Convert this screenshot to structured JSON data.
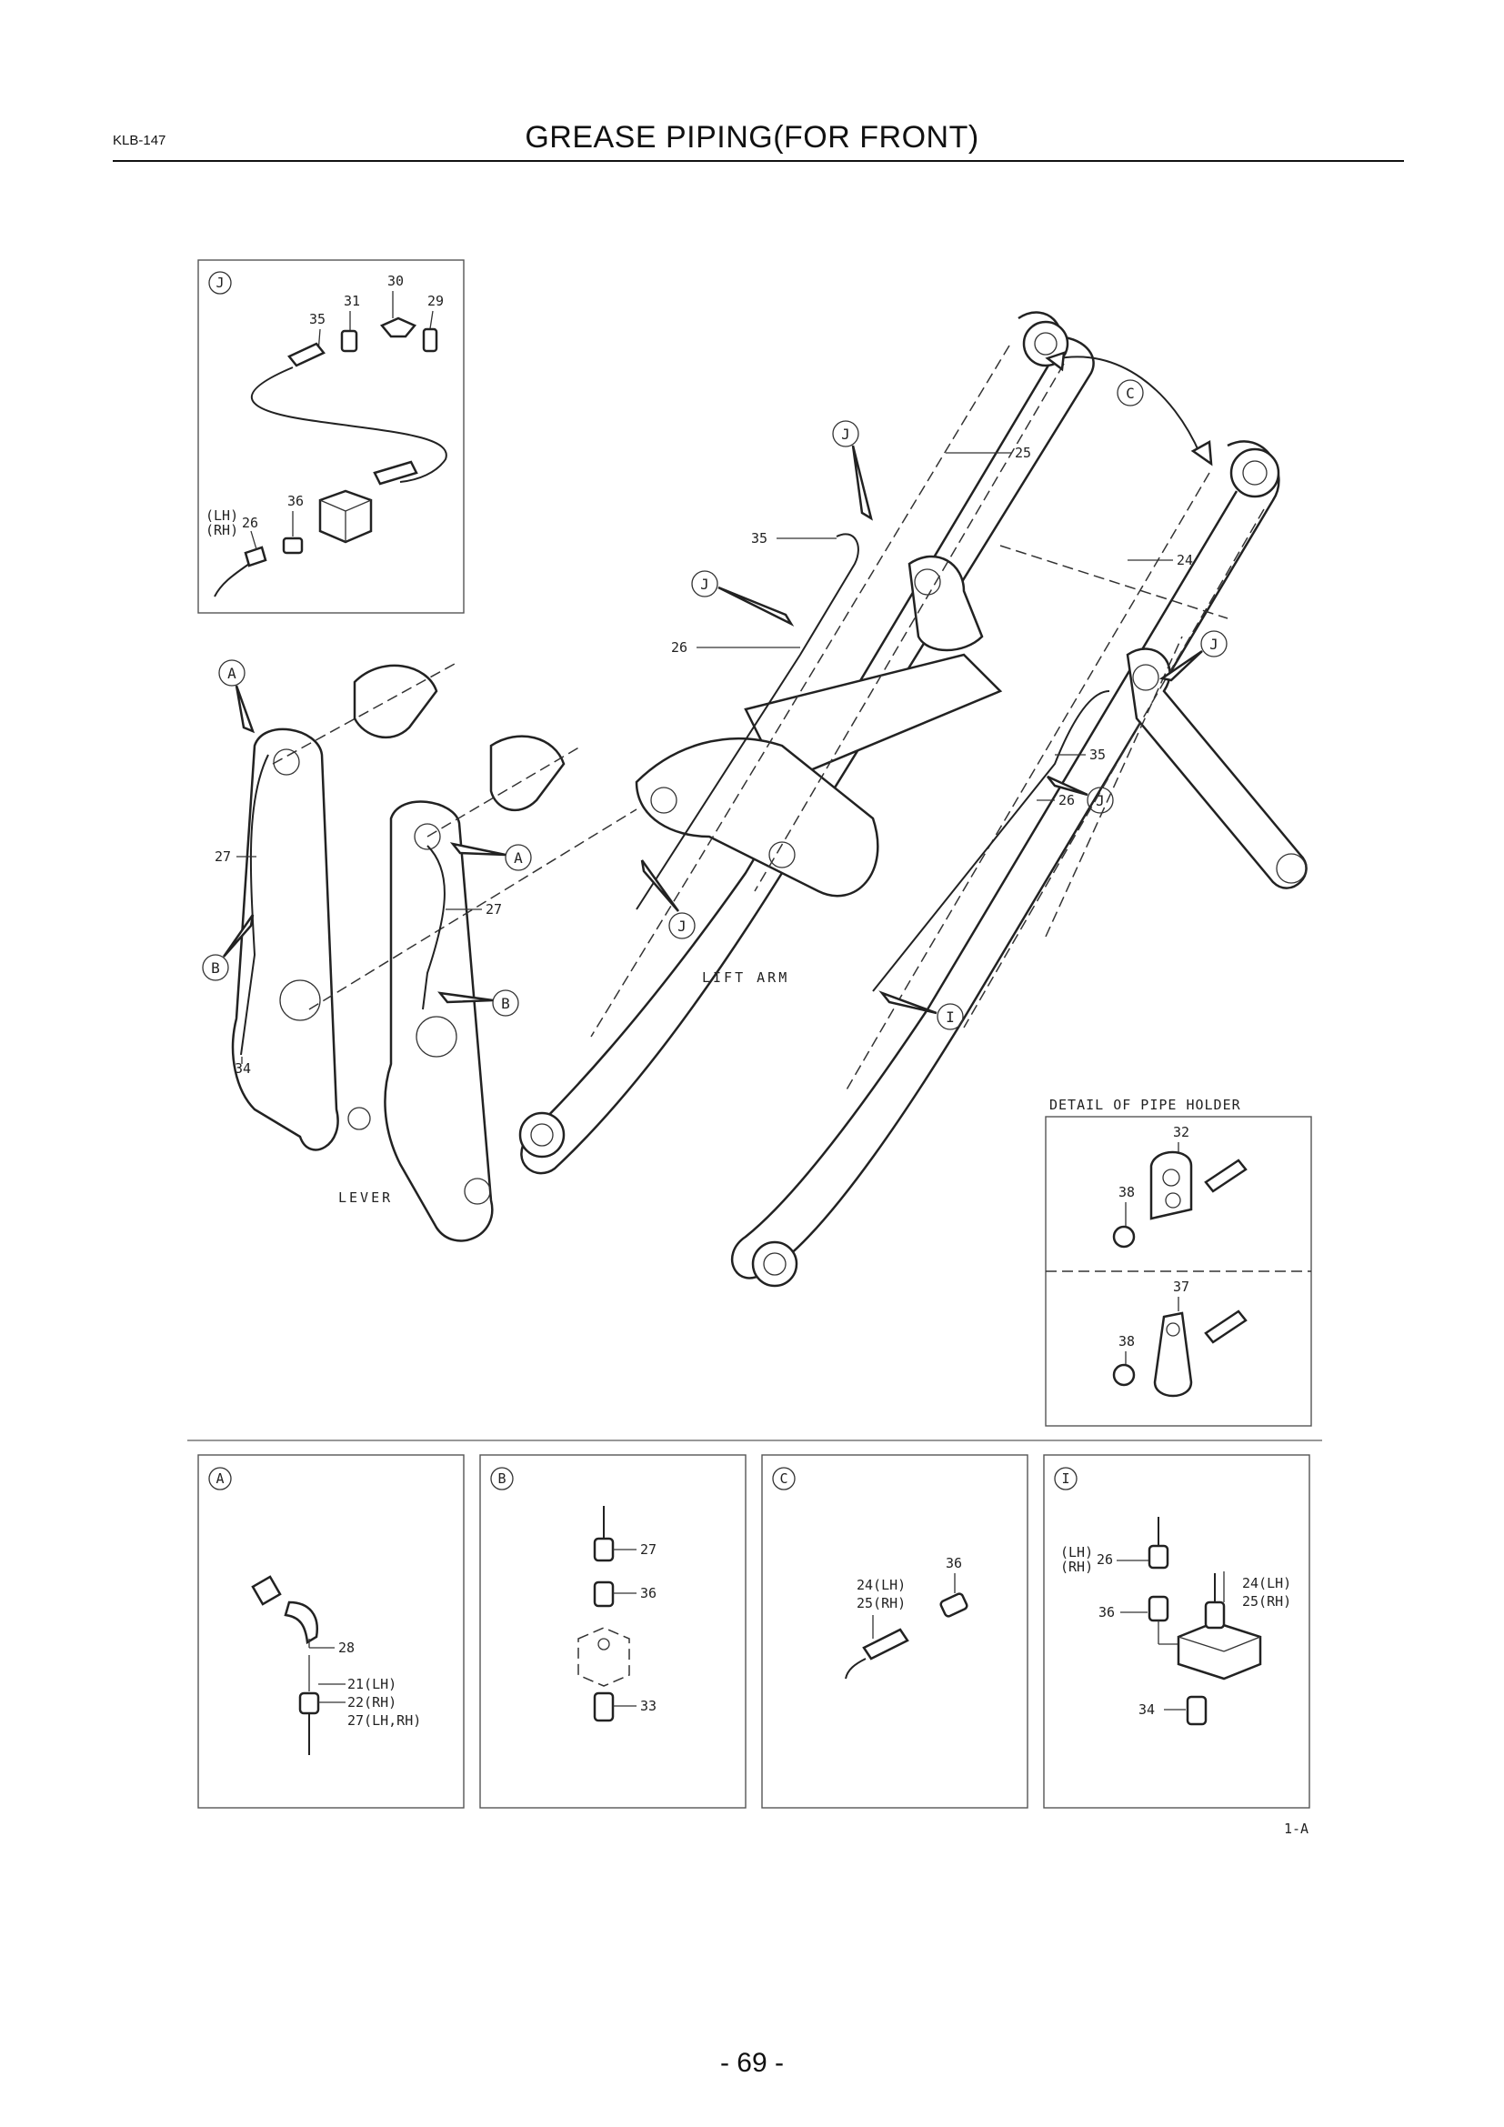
{
  "header": {
    "code": "KLB-147",
    "title": "GREASE PIPING(FOR FRONT)"
  },
  "footer": {
    "page_number": "- 69 -",
    "figure_ref": "1-A"
  },
  "main_labels": {
    "lift_arm": "LIFT ARM",
    "lever": "LEVER",
    "detail_pipe_holder": "DETAIL OF PIPE HOLDER"
  },
  "callouts": {
    "c25": "25",
    "c24": "24",
    "c35a": "35",
    "c26a": "26",
    "c35b": "35",
    "c26b": "26",
    "c27a": "27",
    "c27b": "27",
    "c34": "34"
  },
  "markers": {
    "A1": "A",
    "A2": "A",
    "B1": "B",
    "B2": "B",
    "C": "C",
    "J1": "J",
    "J2": "J",
    "J3": "J",
    "J4": "J",
    "J5": "J",
    "I1": "I"
  },
  "detail_j": {
    "marker": "J",
    "p30": "30",
    "p31": "31",
    "p29": "29",
    "p35": "35",
    "p36": "36",
    "lh": "(LH)",
    "rh": "(RH)",
    "p26": "26"
  },
  "detail_holder": {
    "p32": "32",
    "p38a": "38",
    "p37": "37",
    "p38b": "38"
  },
  "detail_a": {
    "marker": "A",
    "p28": "28",
    "p21": "21(LH)",
    "p22": "22(RH)",
    "p27": "27(LH,RH)"
  },
  "detail_b": {
    "marker": "B",
    "p27": "27",
    "p36": "36",
    "p33": "33"
  },
  "detail_c": {
    "marker": "C",
    "p36": "36",
    "p24": "24(LH)",
    "p25": "25(RH)"
  },
  "detail_i": {
    "marker": "I",
    "lh": "(LH)",
    "rh": "(RH)",
    "p26": "26",
    "p36": "36",
    "p24": "24(LH)",
    "p25": "25(RH)",
    "p34": "34"
  }
}
